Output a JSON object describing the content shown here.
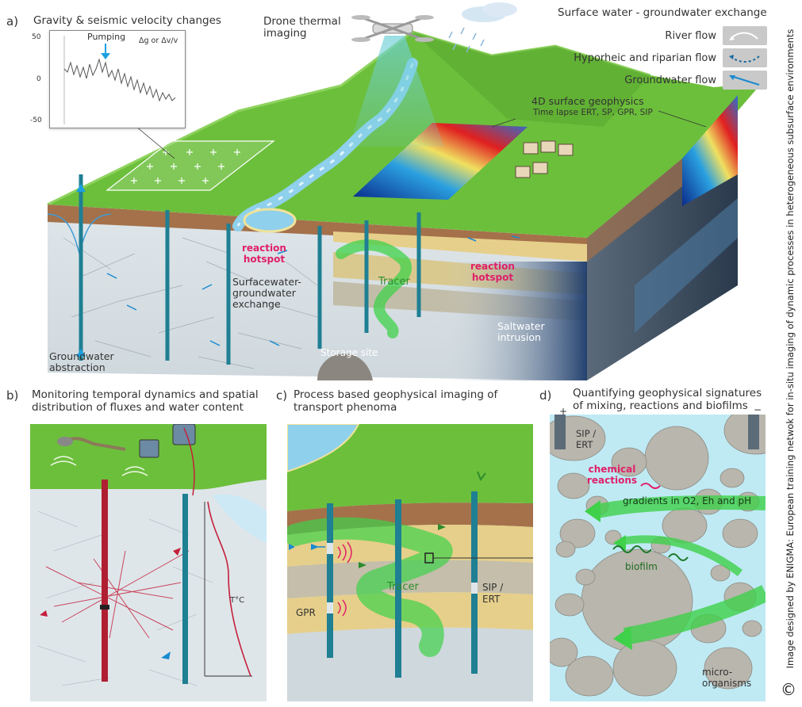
{
  "panel_a": {
    "letter": "a)",
    "gravity_title": "Gravity & seismic velocity changes",
    "drone_title": "Drone thermal\nimaging",
    "surface_title": "Surface water - groundwater exchange",
    "legend": [
      {
        "label": "River flow",
        "icon": "white-curved-arrow-icon"
      },
      {
        "label": "Hyporheic and riparian flow",
        "icon": "blue-dashed-arrow-icon"
      },
      {
        "label": "Groundwater flow",
        "icon": "blue-arrow-icon"
      }
    ],
    "geophysics_title": "4D surface geophysics",
    "geophysics_sub": "Time lapse ERT, SP, GPR, SIP",
    "inset": {
      "pumping": "Pumping",
      "delta": "Δg or Δv/v",
      "ticks": [
        "50",
        "0",
        "-50"
      ]
    },
    "reaction_hotspot_1": "reaction\nhotspot",
    "reaction_hotspot_2": "reaction\nhotspot",
    "exchange": "Surfacewater-\ngroundwater\nexchange",
    "tracer": "Tracer",
    "saltwater": "Saltwater\nintrusion",
    "abstraction": "Groundwater\nabstraction",
    "storage": "Storage site"
  },
  "panel_b": {
    "letter": "b)",
    "title": "Monitoring temporal dynamics and spatial\ndistribution of fluxes and water content",
    "temp": "T°C"
  },
  "panel_c": {
    "letter": "c)",
    "title": "Process based geophysical imaging of\ntransport phenoma",
    "tracer": "Tracer",
    "gpr": "GPR",
    "sip": "SIP /\nERT"
  },
  "panel_d": {
    "letter": "d)",
    "title": "Quantifying geophysical signatures\nof mixing, reactions and biofilms",
    "plus": "+",
    "minus": "−",
    "sip": "SIP /\nERT",
    "chemical": "chemical\nreactions",
    "gradients": "gradients in O2, Eh and pH",
    "biofilm": "biofilm",
    "micro": "micro-\norganisms"
  },
  "credit": "Image designed by ENIGMA: European training netwok for in-situ imaging of dynamic processes in heterogeneous subsurface environments",
  "copyright": "©",
  "colors": {
    "grass": "#6cbf3b",
    "soil": "#a4714a",
    "water": "#8fd0ec",
    "tracer": "#3fd14a",
    "well": "#1f7f93",
    "pink": "#e0206a"
  }
}
